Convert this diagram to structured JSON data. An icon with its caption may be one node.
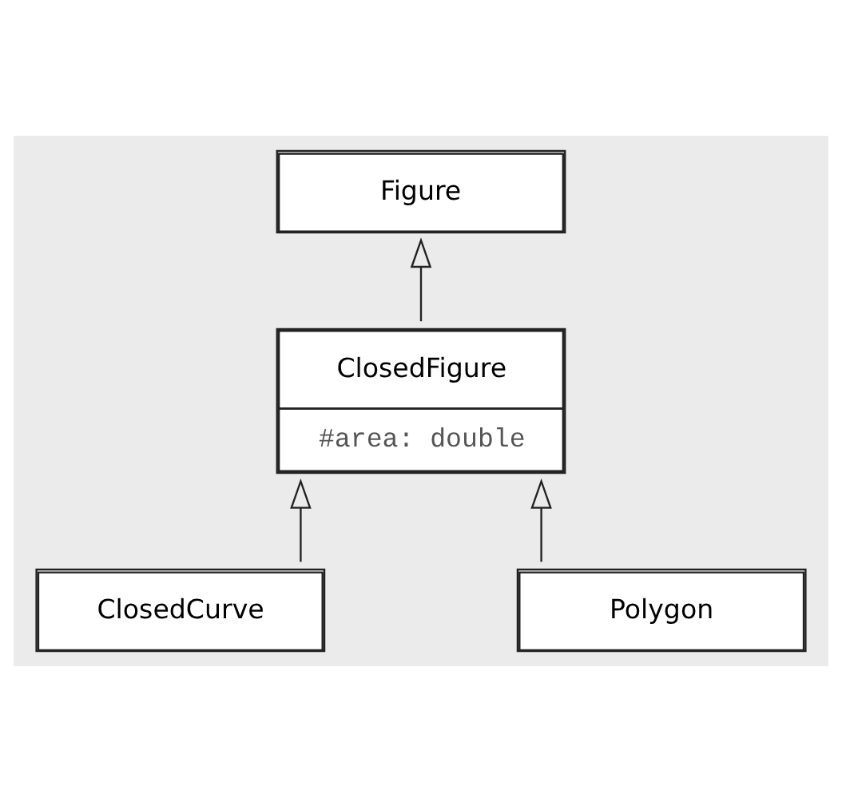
{
  "diagram": {
    "nodes": [
      {
        "text": [
          "Figure"
        ]
      },
      {
        "text": [
          "ClosedFigure",
          "#area: double"
        ]
      },
      {
        "text": [
          "ClosedCurve"
        ]
      },
      {
        "text": [
          "Polygon"
        ]
      }
    ],
    "edges": [
      {
        "from": 1,
        "to": 0,
        "arrow": "to"
      },
      {
        "from": 2,
        "to": 1,
        "arrow": "to"
      },
      {
        "from": 3,
        "to": 1,
        "arrow": "to"
      }
    ]
  }
}
